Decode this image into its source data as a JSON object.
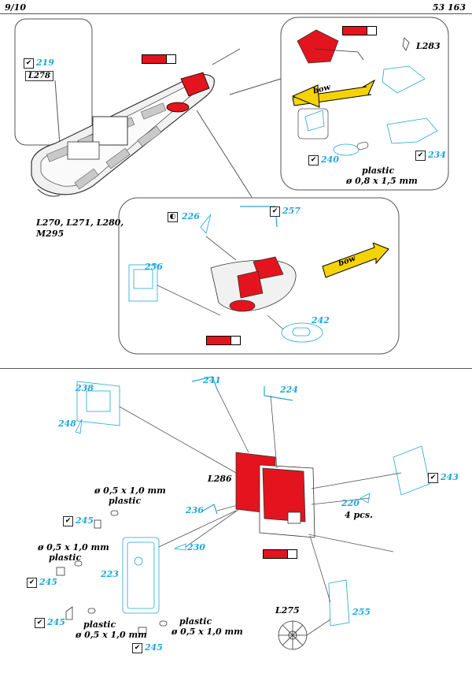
{
  "header": {
    "page": "9/10",
    "set_number": "53 163"
  },
  "colors": {
    "paint_red": "#e3141d",
    "part_blue": "#1fa7d6",
    "outline": "#555555"
  },
  "top": {
    "boat_versions": [
      "L270, L271, L280,",
      "M295"
    ],
    "insets": {
      "left": {
        "parts": [
          "219"
        ],
        "ref": "L278"
      },
      "right": {
        "parts": [
          "240",
          "234"
        ],
        "ref": "L283",
        "arrow": "bow",
        "plastic_note": [
          "plastic",
          "ø 0,8 x 1,5 mm"
        ]
      },
      "bottom": {
        "parts": [
          "226",
          "257",
          "256",
          "242"
        ],
        "arrow": "bow"
      }
    }
  },
  "bottom": {
    "parts": [
      "238",
      "248",
      "241",
      "224",
      "243",
      "220",
      "236",
      "230",
      "223",
      "245",
      "255"
    ],
    "refs": {
      "main": "L286",
      "wheel": "L275"
    },
    "pcs_note": "4 pcs.",
    "plastic_notes": [
      {
        "size": "ø 0,5 x 1,0 mm",
        "label": "plastic"
      },
      {
        "size": "ø 0,5 x 1,0 mm",
        "label": "plastic"
      },
      {
        "size": "ø 0,5 x 1,0 mm",
        "label": "plastic"
      },
      {
        "size": "ø 0,5 x 1,0 mm",
        "label": "plastic"
      }
    ]
  }
}
